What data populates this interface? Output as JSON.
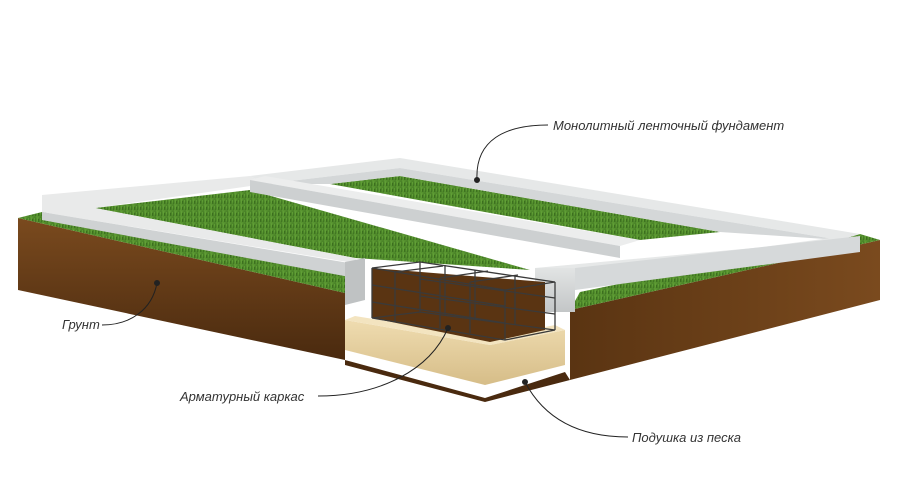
{
  "labels": {
    "foundation": "Монолитный ленточный фундамент",
    "soil": "Грунт",
    "rebar": "Арматурный каркас",
    "sand": "Подушка из песка"
  },
  "colors": {
    "grass": "#4f8a2c",
    "grass_dark": "#3a6e1e",
    "concrete_top": "#e9eaea",
    "concrete_side": "#c9cccd",
    "soil": "#6b3d17",
    "soil_dark": "#4a2a0f",
    "sand": "#e4cfa0",
    "rebar": "#3a3a3a",
    "leader": "#222222"
  }
}
